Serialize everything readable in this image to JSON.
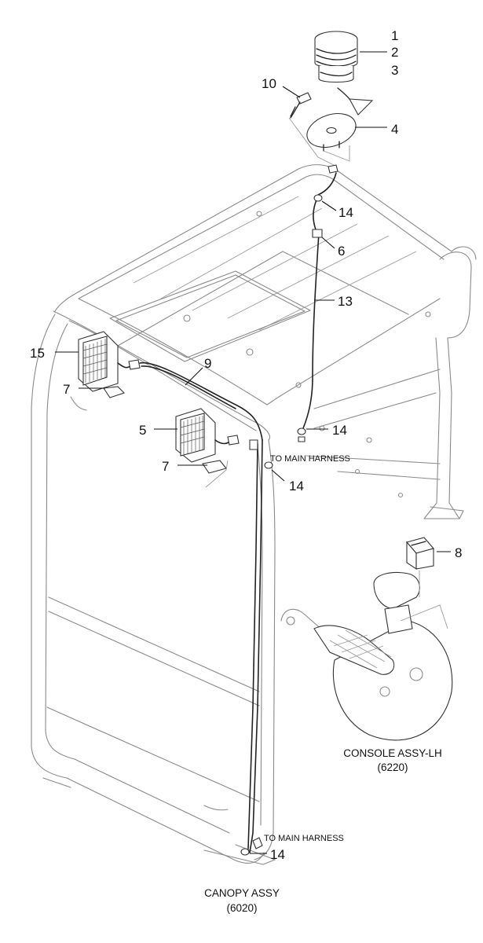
{
  "callouts": {
    "c1": "1",
    "c2": "2",
    "c3": "3",
    "c4": "4",
    "c10": "10",
    "c14a": "14",
    "c6": "6",
    "c13": "13",
    "c15": "15",
    "c9": "9",
    "c7a": "7",
    "c5": "5",
    "c7b": "7",
    "c14b": "14",
    "c14c": "14",
    "c8": "8",
    "c14d": "14"
  },
  "notes": {
    "to_main_harness_upper": "TO MAIN HARNESS",
    "to_main_harness_lower": "TO MAIN HARNESS"
  },
  "assemblies": {
    "console_name": "CONSOLE ASSY-LH",
    "console_code": "(6220)",
    "canopy_name": "CANOPY ASSY",
    "canopy_code": "(6020)"
  }
}
